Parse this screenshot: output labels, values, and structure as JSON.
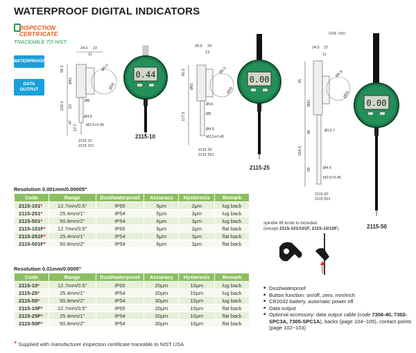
{
  "page_title": "WATERPROOF DIGITAL INDICATORS",
  "certificate": {
    "title_line1": "INSPECTION",
    "title_line2": "CERTIFICATE",
    "subtitle": "TRACEABLE TO NIST"
  },
  "badges": {
    "waterproof": "WATERPROOF",
    "data_output_1": "DATA",
    "data_output_2": "OUTPUT"
  },
  "unit_label": "Unit: mm",
  "models": {
    "m1": {
      "label": "2115-10",
      "codes": [
        "2115 10",
        "2115 101"
      ],
      "display": "0.44"
    },
    "m2": {
      "label": "2115-25",
      "codes": [
        "2115 25",
        "2115 251"
      ],
      "display": "0.00"
    },
    "m3": {
      "label": "2115-50",
      "codes": [
        "2115 50",
        "2115 501"
      ],
      "display": "0.00"
    }
  },
  "dims": {
    "d1": [
      "24.5",
      "22",
      "11",
      "56.5",
      "Ø81",
      "Ø6.5",
      "Ø59",
      "Ø8",
      "120.5",
      "23",
      "47",
      "12.7",
      "Ø4.5",
      "M2.5×0.45"
    ],
    "d2": [
      "28.5",
      "24",
      "13",
      "65.5",
      "Ø81",
      "Ø6.5",
      "Ø59",
      "117.5",
      "Ø16",
      "Ø8",
      "Ø4.5",
      "M2.5×0.45"
    ],
    "d3": [
      "24.5",
      "22",
      "11",
      "95",
      "Ø81",
      "Ø6.5",
      "Ø59",
      "Ø13.7",
      "164.5",
      "46",
      "58",
      "Ø4.5",
      "M2.5×0.45"
    ]
  },
  "resolution_1": "Resolution 0.001mm/0.00005\"",
  "resolution_2": "Resolution 0.01mm/0.0005\"",
  "table_headers": [
    "Code",
    "Range",
    "Dust/waterproof",
    "Accuracy",
    "Hysteresis",
    "Remark"
  ],
  "table1": [
    [
      "2115-101",
      "12.7mm/0.5\"",
      "IP65",
      "5μm",
      "2μm",
      "lug back"
    ],
    [
      "2115-251",
      "25.4mm/1\"",
      "IP54",
      "5μm",
      "3μm",
      "lug back"
    ],
    [
      "2115-501",
      "50.8mm/2\"",
      "IP54",
      "6μm",
      "3μm",
      "lug back"
    ],
    [
      "2115-101F",
      "12.7mm/0.5\"",
      "IP65",
      "5μm",
      "2μm",
      "flat back"
    ],
    [
      "2115-251F",
      "25.4mm/1\"",
      "IP54",
      "5μm",
      "3μm",
      "flat back"
    ],
    [
      "2115-501F",
      "50.8mm/2\"",
      "IP54",
      "6μm",
      "3μm",
      "flat back"
    ]
  ],
  "table2": [
    [
      "2115-10",
      "12.7mm/0.5\"",
      "IP65",
      "20μm",
      "10μm",
      "lug back"
    ],
    [
      "2115-25",
      "25.4mm/1\"",
      "IP54",
      "20μm",
      "10μm",
      "lug back"
    ],
    [
      "2115-50",
      "50.8mm/2\"",
      "IP54",
      "30μm",
      "10μm",
      "lug back"
    ],
    [
      "2115-10F",
      "12.7mm/0.5\"",
      "IP65",
      "20μm",
      "10μm",
      "flat back"
    ],
    [
      "2115-25F",
      "25.4mm/1\"",
      "IP54",
      "20μm",
      "10μm",
      "flat back"
    ],
    [
      "2115-50F",
      "50.8mm/2\"",
      "IP54",
      "30μm",
      "10μm",
      "flat back"
    ]
  ],
  "footnote": "Supplied with manufacturer inspection certificate traceable to NIST USA",
  "spindle_note": {
    "line1": "spindle lift knob is included",
    "line2_prefix": "(except ",
    "line2_bold": "2115-101/101F, 2115-10/10F",
    "line2_suffix": ")"
  },
  "features": [
    "Dust/waterproof",
    "Button function: on/off, zero, mm/inch",
    "CR2032 battery, automatic power off",
    "Data output"
  ],
  "optional": {
    "prefix": "Optional accessory: data output cable (code ",
    "codes": "7306-40, 7302-SPC3A, 7305-SPC1A",
    "suffix": "), backs (page 104~105), contact points (page 102~103)"
  },
  "colors": {
    "table_header": "#8cbf5f",
    "badge": "#1aa0db",
    "cert_orange": "#e35a1c",
    "gauge_green": "#1e7a4a"
  }
}
